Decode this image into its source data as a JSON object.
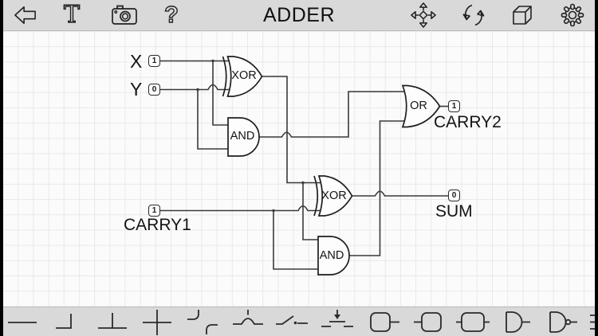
{
  "top_bar": {
    "title": "ADDER",
    "text_tool_glyph": "T",
    "help_glyph": "?",
    "left_icons": [
      "back-arrow",
      "text-tool",
      "camera",
      "help"
    ],
    "right_icons": [
      "move",
      "rotate",
      "cube-3d",
      "settings-gear"
    ]
  },
  "circuit": {
    "inputs": [
      {
        "label": "X",
        "value": "1"
      },
      {
        "label": "Y",
        "value": "0"
      },
      {
        "label": "CARRY1",
        "value": "1"
      }
    ],
    "outputs": [
      {
        "label": "CARRY2",
        "value": "1"
      },
      {
        "label": "SUM",
        "value": "0"
      }
    ],
    "gates": [
      {
        "id": "xor1",
        "label": "XOR"
      },
      {
        "id": "and1",
        "label": "AND"
      },
      {
        "id": "or1",
        "label": "OR"
      },
      {
        "id": "xor2",
        "label": "XOR"
      },
      {
        "id": "and2",
        "label": "AND"
      }
    ]
  },
  "bottom_toolbar": {
    "items": [
      "wire-straight",
      "wire-corner",
      "wire-tee",
      "wire-cross",
      "wire-curves",
      "wire-hop",
      "switch",
      "push-button",
      "box-lead-right",
      "box-lead-left",
      "box-lead-both",
      "and-gate",
      "nand-gate",
      "clipped-component"
    ]
  },
  "colors": {
    "bar_background": "#d9d9d9",
    "canvas_background": "#fbfbfb",
    "grid_line": "#eae8e9",
    "wire": "#3a3a3a",
    "ink": "#222222"
  }
}
